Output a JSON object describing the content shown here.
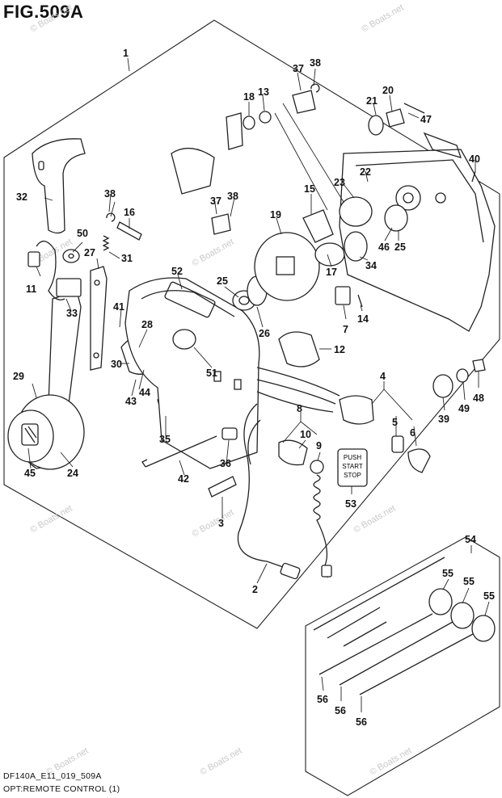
{
  "figure": {
    "title": "FIG.509A",
    "code": "DF140A_E11_019_509A",
    "caption": "OPT:REMOTE CONTROL (1)"
  },
  "watermark": "© Boats.net",
  "push_button_text": [
    "PUSH",
    "START",
    "STOP"
  ],
  "callouts": [
    "1",
    "2",
    "3",
    "4",
    "5",
    "6",
    "7",
    "8",
    "9",
    "10",
    "11",
    "12",
    "13",
    "14",
    "15",
    "16",
    "17",
    "18",
    "19",
    "20",
    "21",
    "22",
    "23",
    "24",
    "25",
    "25",
    "26",
    "27",
    "28",
    "29",
    "30",
    "31",
    "32",
    "33",
    "34",
    "35",
    "36",
    "37",
    "37",
    "38",
    "38",
    "38",
    "39",
    "40",
    "41",
    "42",
    "43",
    "44",
    "45",
    "46",
    "47",
    "48",
    "49",
    "50",
    "51",
    "52",
    "53",
    "54",
    "55",
    "55",
    "55",
    "56",
    "56",
    "56"
  ]
}
